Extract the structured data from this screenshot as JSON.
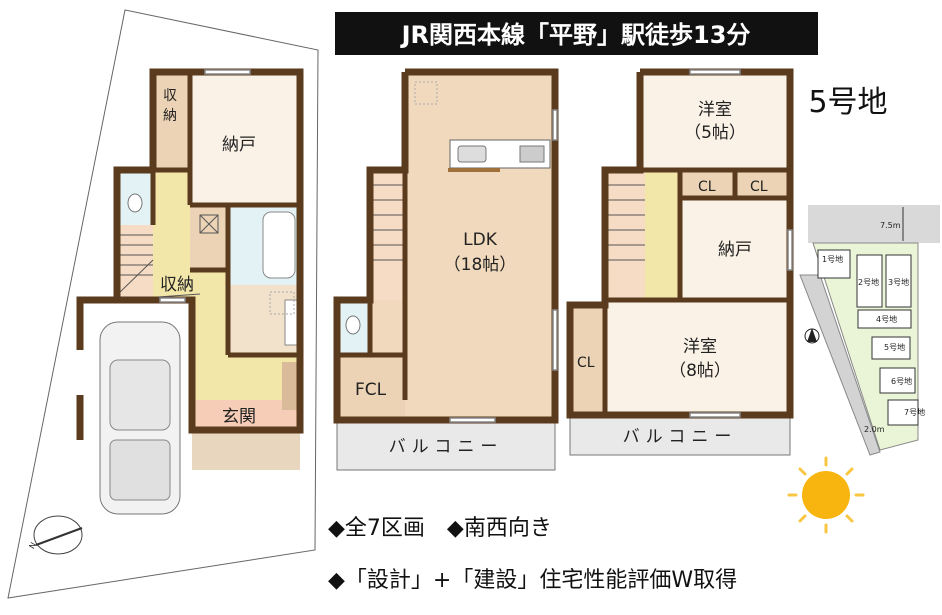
{
  "title_banner": "JR関西本線「平野」駅徒歩13分",
  "lot_label": "5号地",
  "floor1": {
    "storage_top": "収納",
    "nando": "納戸",
    "storage_hall": "収納",
    "entrance": "玄関"
  },
  "floor2": {
    "ldk": "LDK",
    "ldk_size": "（18帖）",
    "fcl": "FCL",
    "balcony": "バルコニー"
  },
  "floor3": {
    "room_small": "洋室",
    "room_small_size": "（5帖）",
    "cl1": "CL",
    "cl2": "CL",
    "nando": "納戸",
    "room_large": "洋室",
    "room_large_size": "（8帖）",
    "cl_left": "CL",
    "balcony": "バルコニー"
  },
  "site_map": {
    "road_width_top": "7.5m",
    "road_width_side": "2.0m",
    "lots": [
      "1号地",
      "2号地",
      "3号地",
      "4号地",
      "5号地",
      "6号地",
      "7号地"
    ]
  },
  "features": {
    "line1": "◆全7区画　◆南西向き",
    "line2": "◆「設計」+「建設」住宅性能評価W取得"
  },
  "colors": {
    "wall": "#5b3b1e",
    "storage": "#ecd3b6",
    "room": "#fbf2e7",
    "hall": "#f3e6a9",
    "entrance": "#f6cdb6",
    "wet": "#e3f3f5",
    "balcony": "#e9e9e9",
    "site_green": "#eaf5d8",
    "sun": "#f8b40f"
  }
}
